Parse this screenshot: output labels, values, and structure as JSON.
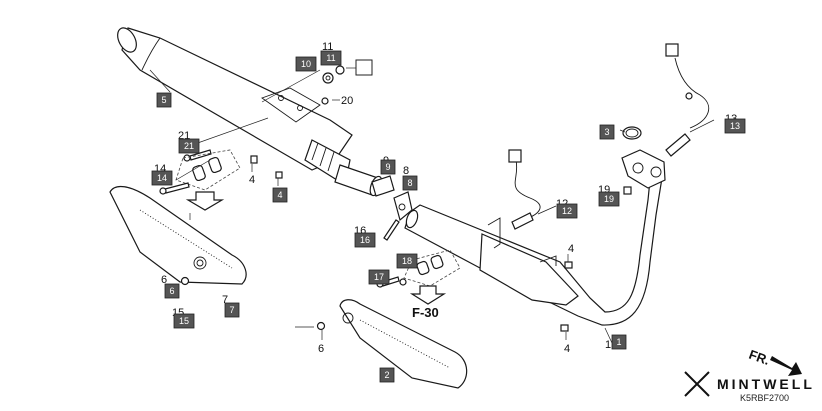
{
  "diagram": {
    "callouts": [
      {
        "id": "c11",
        "text": "11",
        "tag": "11"
      },
      {
        "id": "c10",
        "text": "",
        "tag": "10"
      },
      {
        "id": "c5",
        "text": "",
        "tag": "5"
      },
      {
        "id": "c20",
        "text": "20",
        "tag": ""
      },
      {
        "id": "c21",
        "text": "21",
        "tag": "21"
      },
      {
        "id": "c14",
        "text": "14",
        "tag": "14"
      },
      {
        "id": "c4a",
        "text": "4",
        "tag": ""
      },
      {
        "id": "c4b",
        "text": "",
        "tag": "4"
      },
      {
        "id": "c9",
        "text": "9",
        "tag": "9"
      },
      {
        "id": "c8",
        "text": "8",
        "tag": "8"
      },
      {
        "id": "c13",
        "text": "13",
        "tag": "13"
      },
      {
        "id": "c3",
        "text": "",
        "tag": "3"
      },
      {
        "id": "c19",
        "text": "19",
        "tag": "19"
      },
      {
        "id": "c12",
        "text": "12",
        "tag": "12"
      },
      {
        "id": "c16",
        "text": "16",
        "tag": "16"
      },
      {
        "id": "c18",
        "text": "",
        "tag": "18"
      },
      {
        "id": "c17",
        "text": "",
        "tag": "17"
      },
      {
        "id": "c4c",
        "text": "4",
        "tag": ""
      },
      {
        "id": "c4d",
        "text": "4",
        "tag": ""
      },
      {
        "id": "c6a",
        "text": "6",
        "tag": "6"
      },
      {
        "id": "c15",
        "text": "15",
        "tag": "15"
      },
      {
        "id": "c7",
        "text": "7",
        "tag": "7"
      },
      {
        "id": "c6b",
        "text": "6",
        "tag": ""
      },
      {
        "id": "c2",
        "text": "",
        "tag": "2"
      },
      {
        "id": "c1",
        "text": "1",
        "tag": "1"
      }
    ],
    "reference": "F-30",
    "direction": "FR.",
    "brand": "MINTWELL",
    "drawing_code": "K5RBF2700"
  }
}
